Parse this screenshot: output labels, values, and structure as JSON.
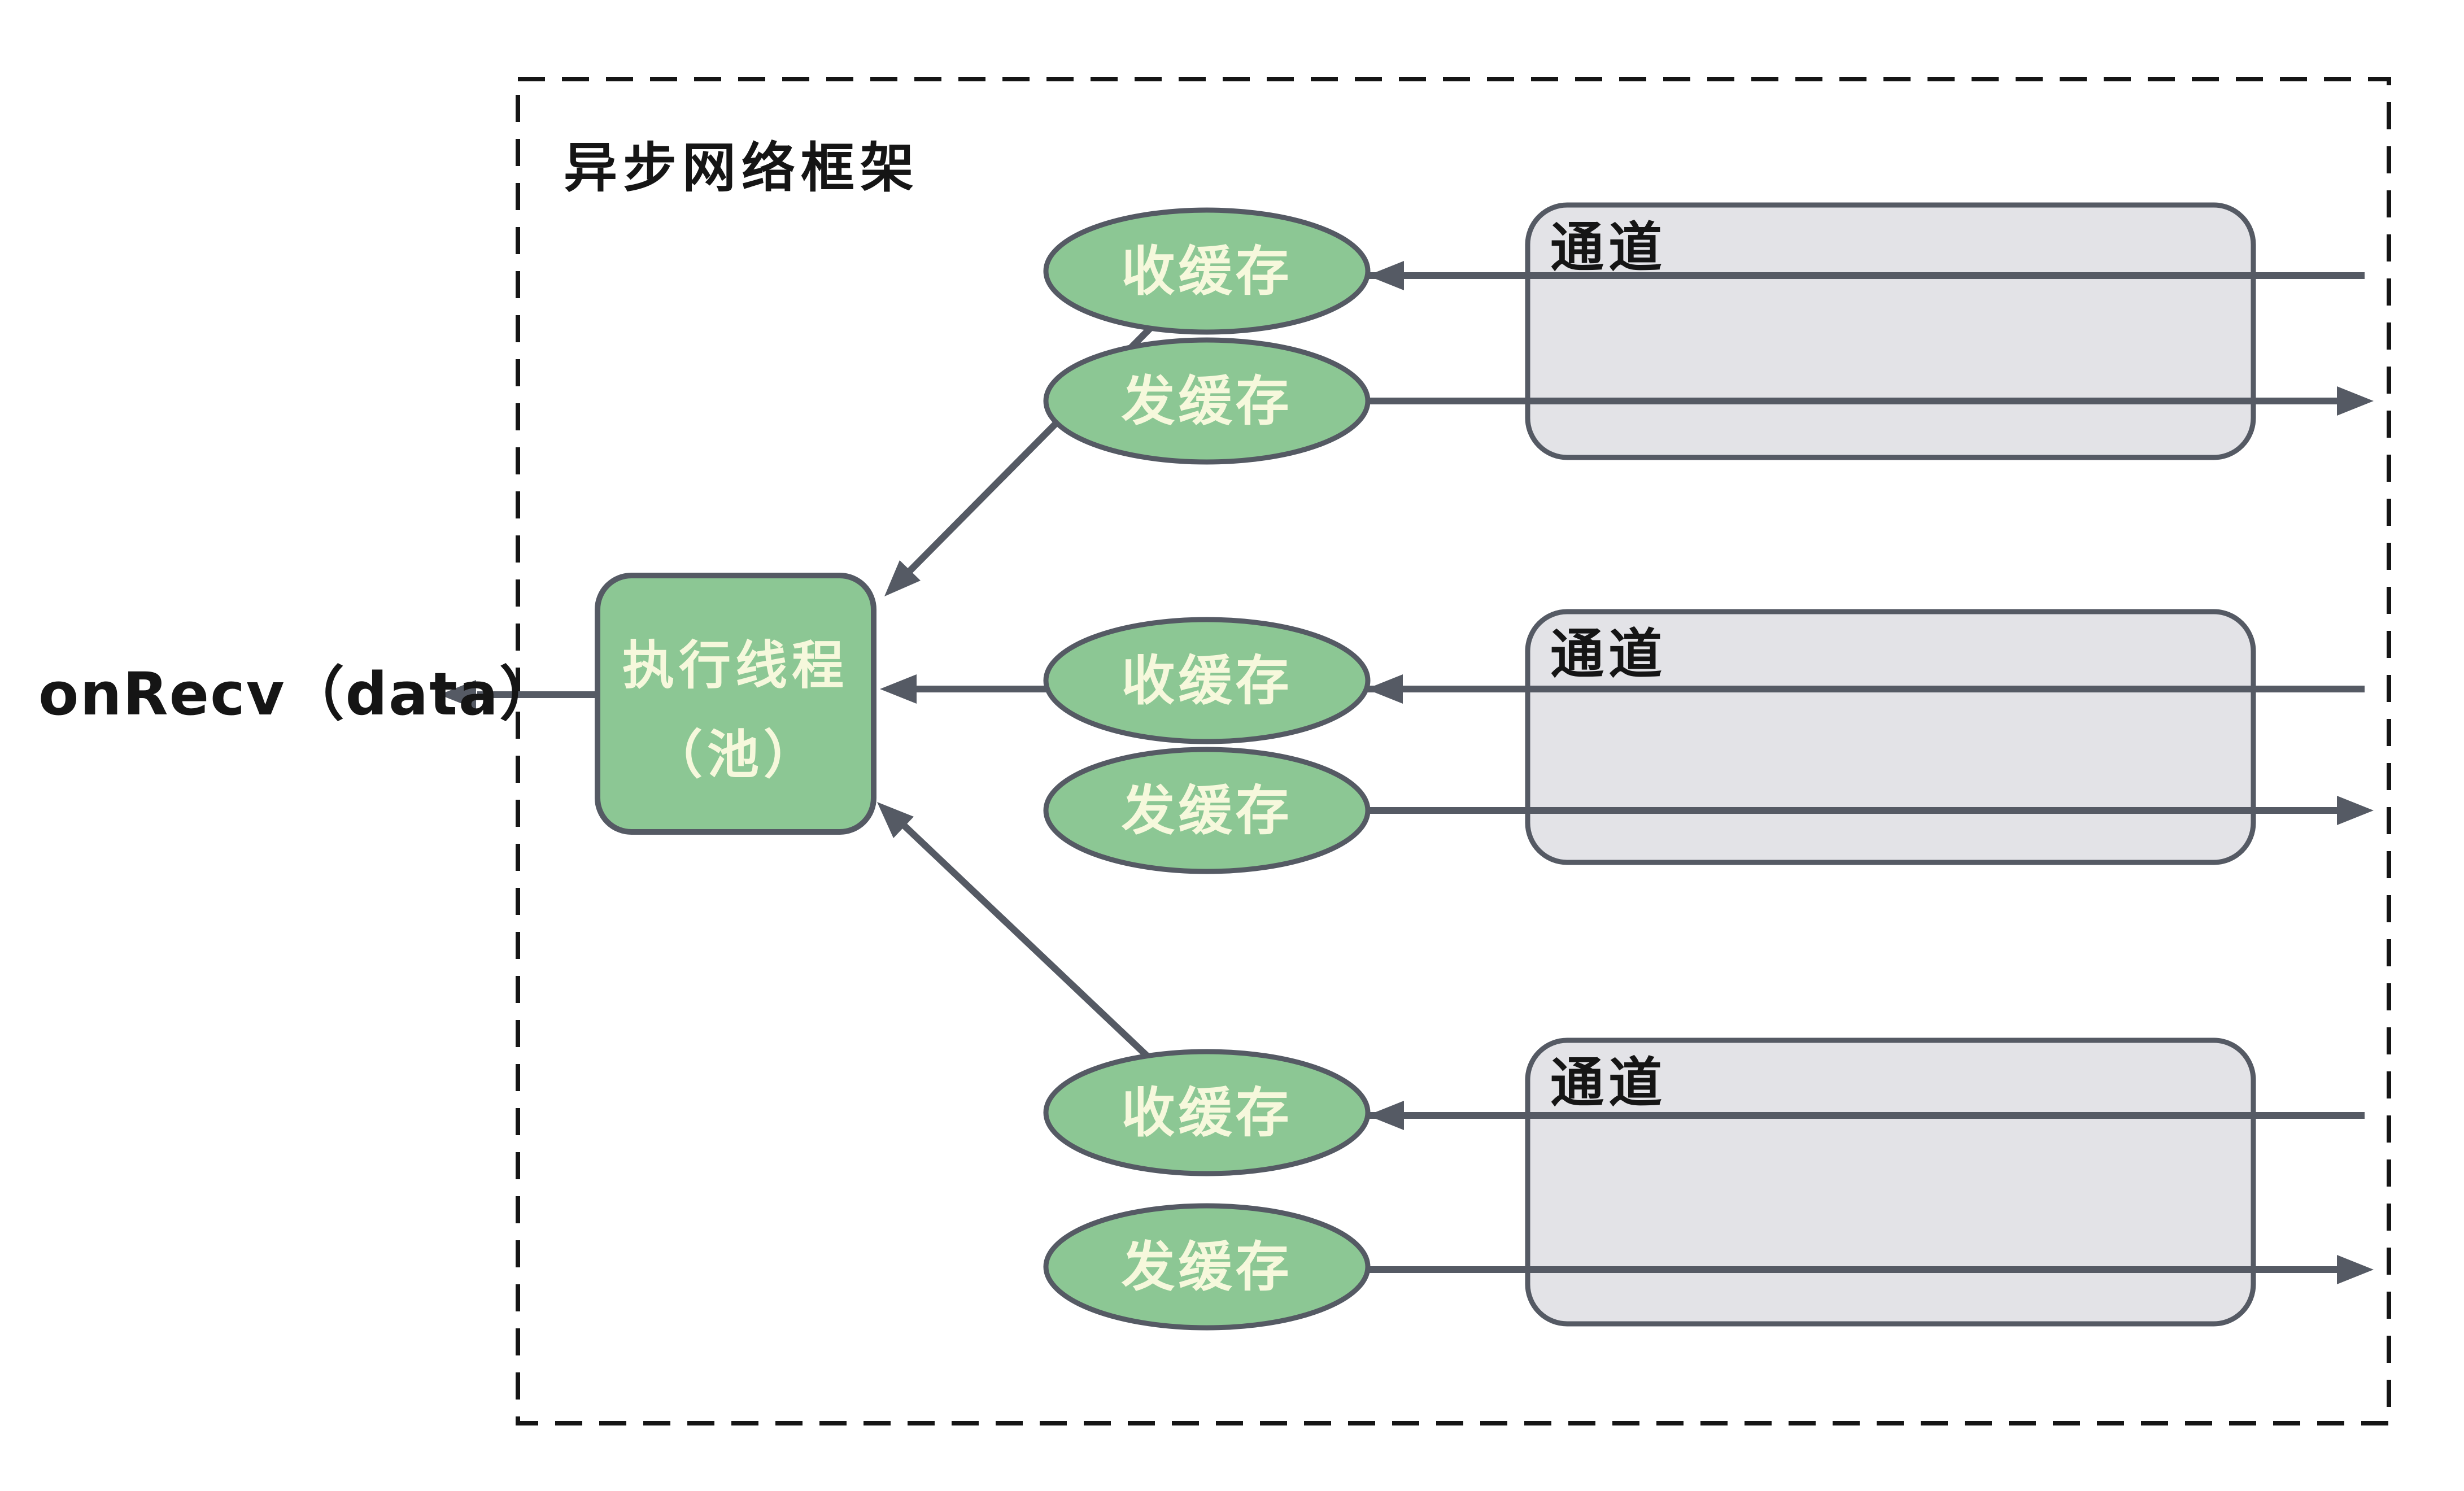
{
  "diagram": {
    "frame_title": "异步网络框架",
    "callback_label": "onRecv（data）",
    "executor": {
      "line1": "执行线程",
      "line2": "（池）"
    },
    "groups": [
      {
        "recv_label": "收缓存",
        "send_label": "发缓存",
        "channel_label": "通道"
      },
      {
        "recv_label": "收缓存",
        "send_label": "发缓存",
        "channel_label": "通道"
      },
      {
        "recv_label": "收缓存",
        "send_label": "发缓存",
        "channel_label": "通道"
      }
    ],
    "colors": {
      "node_fill": "#8CC794",
      "node_stroke": "#555A64",
      "node_text": "#F6F8DC",
      "channel_fill": "#E3E3E7",
      "channel_stroke": "#555A64",
      "line": "#555A64",
      "frame_border": "#151515",
      "text": "#151515",
      "background": "#FFFFFF"
    }
  }
}
